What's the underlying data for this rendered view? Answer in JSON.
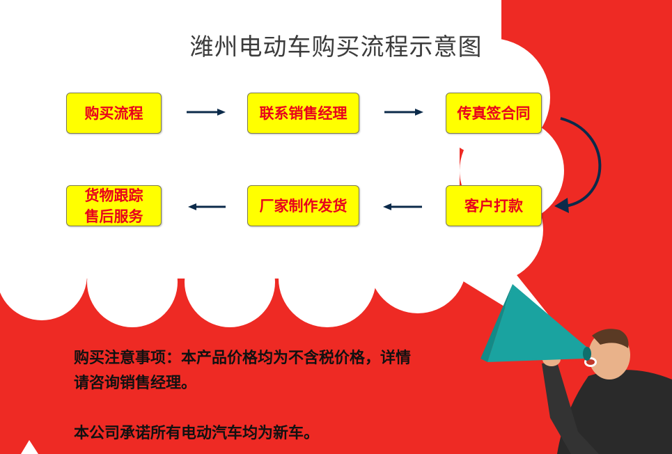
{
  "title": "潍州电动车购买流程示意图",
  "steps": [
    {
      "label": "购买流程"
    },
    {
      "label": "联系销售经理"
    },
    {
      "label": "传真签合同"
    },
    {
      "label": "客户打款"
    },
    {
      "label": "厂家制作发货"
    },
    {
      "lines": [
        "货物跟踪",
        "售后服务"
      ]
    }
  ],
  "notes": {
    "line1": "购买注意事项：本产品价格均为不含税价格，详情",
    "line2": "请咨询销售经理。",
    "line3": "本公司承诺所有电动汽车均为新车。"
  },
  "colors": {
    "background_red": "#ee2a24",
    "box_fill": "#ffff00",
    "box_text": "#e8001c",
    "megaphone": "#1aa3a0"
  }
}
